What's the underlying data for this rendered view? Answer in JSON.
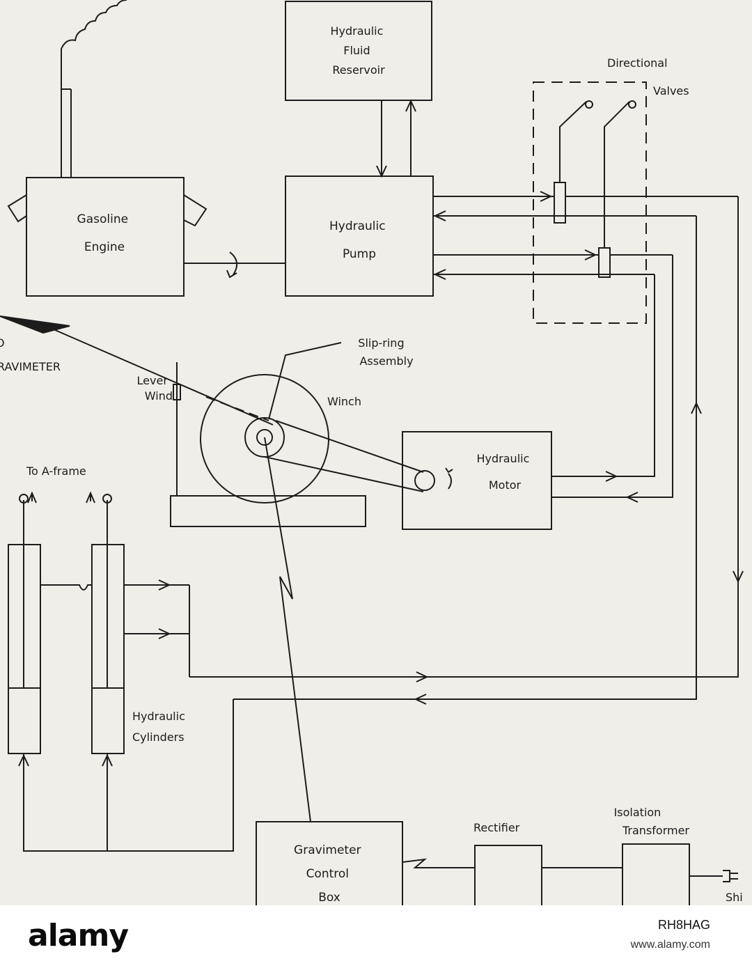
{
  "diagram": {
    "labels": {
      "reservoir": [
        "Hydraulic",
        "Fluid",
        "Reservoir"
      ],
      "directional_valves": [
        "Directional",
        "Valves"
      ],
      "gasoline_engine": [
        "Gasoline",
        "Engine"
      ],
      "hydraulic_pump": [
        "Hydraulic",
        "Pump"
      ],
      "gravimeter": [
        "O",
        "RAVIMETER"
      ],
      "slip_ring": [
        "Slip-ring",
        "Assembly"
      ],
      "lever_wind": [
        "Lever",
        "Wind"
      ],
      "winch": "Winch",
      "to_a_frame": "To A-frame",
      "hydraulic_motor": [
        "Hydraulic",
        "Motor"
      ],
      "hydraulic_cylinders": [
        "Hydraulic",
        "Cylinders"
      ],
      "rectifier": "Rectifier",
      "isolation_transformer": [
        "Isolation",
        "Transformer"
      ],
      "gravimeter_control_box": [
        "Gravimeter",
        "Control",
        "Box"
      ],
      "ship": "Shi"
    }
  },
  "footer": {
    "logo": "alamy",
    "image_code": "RH8HAG",
    "url": "www.alamy.com"
  }
}
